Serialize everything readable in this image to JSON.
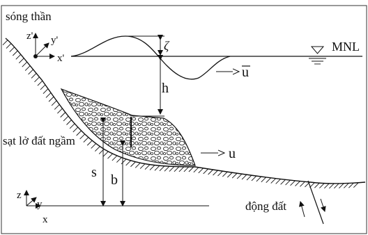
{
  "labels": {
    "tsunami": "sóng thần",
    "landslide": "sạt lở đất ngầm",
    "earthquake": "động đất",
    "water_level": "MNL",
    "zeta": "ζ",
    "h": "h",
    "s": "s",
    "b": "b",
    "u_bar": "u",
    "u": "u",
    "x": "x",
    "y": "y",
    "z": "z",
    "x_prime": "x'",
    "y_prime": "y'",
    "z_prime": "z'"
  }
}
